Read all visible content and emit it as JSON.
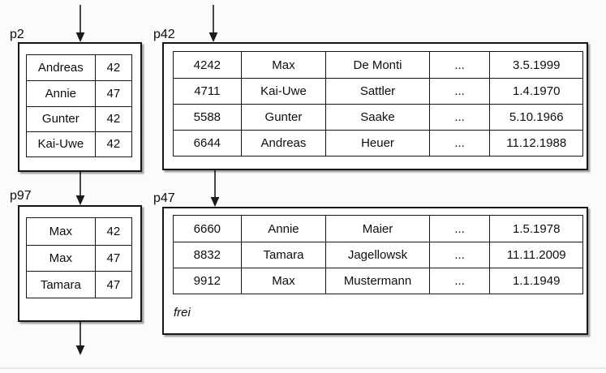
{
  "pages": {
    "p2": {
      "label": "p2",
      "rows": [
        [
          "Andreas",
          "42"
        ],
        [
          "Annie",
          "47"
        ],
        [
          "Gunter",
          "42"
        ],
        [
          "Kai-Uwe",
          "42"
        ]
      ]
    },
    "p42": {
      "label": "p42",
      "rows": [
        [
          "4242",
          "Max",
          "De Monti",
          "...",
          "3.5.1999"
        ],
        [
          "4711",
          "Kai-Uwe",
          "Sattler",
          "...",
          "1.4.1970"
        ],
        [
          "5588",
          "Gunter",
          "Saake",
          "...",
          "5.10.1966"
        ],
        [
          "6644",
          "Andreas",
          "Heuer",
          "...",
          "11.12.1988"
        ]
      ]
    },
    "p97": {
      "label": "p97",
      "rows": [
        [
          "Max",
          "42"
        ],
        [
          "Max",
          "47"
        ],
        [
          "Tamara",
          "47"
        ]
      ]
    },
    "p47": {
      "label": "p47",
      "rows": [
        [
          "6660",
          "Annie",
          "Maier",
          "...",
          "1.5.1978"
        ],
        [
          "8832",
          "Tamara",
          "Jagellowsk",
          "...",
          "11.11.2009"
        ],
        [
          "9912",
          "Max",
          "Mustermann",
          "...",
          "1.1.1949"
        ]
      ],
      "free_label": "frei"
    }
  },
  "connections": [
    {
      "from": "above",
      "to": "p2"
    },
    {
      "from": "above",
      "to": "p42"
    },
    {
      "from": "p2",
      "to": "p97"
    },
    {
      "from": "p42",
      "to": "p47"
    },
    {
      "from": "p97",
      "to": "below"
    }
  ],
  "colors": {
    "line": "#1a1a1a",
    "box_fill": "#ffffff",
    "background": "#fbfbfb",
    "footer_divider": "#e9e9e9"
  }
}
